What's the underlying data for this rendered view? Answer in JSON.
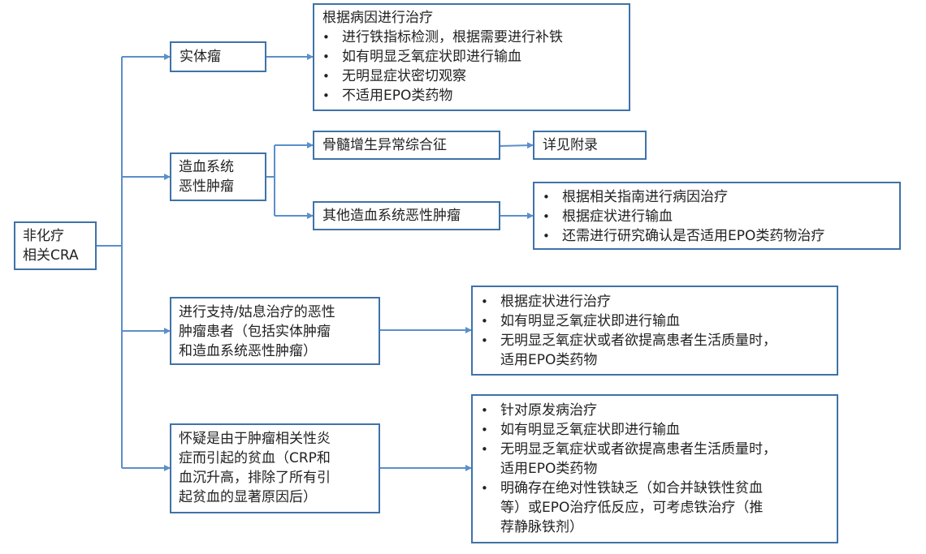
{
  "nodes": {
    "root": [
      "非化疗",
      "相关CRA"
    ],
    "solid": "实体瘤",
    "solid_detail": {
      "title": "根据病因进行治疗",
      "items": [
        "进行铁指标检测，根据需要进行补铁",
        "如有明显乏氧症状即进行输血",
        "无明显症状密切观察",
        "不适用EPO类药物"
      ]
    },
    "heme": [
      "造血系统",
      "恶性肿瘤"
    ],
    "mds": "骨髓增生异常综合征",
    "appendix": "详见附录",
    "other_heme": "其他造血系统恶性肿瘤",
    "other_heme_detail": [
      "根据相关指南进行病因治疗",
      "根据症状进行输血",
      "还需进行研究确认是否适用EPO类药物治疗"
    ],
    "palliative": [
      "进行支持/姑息治疗的恶性",
      "肿瘤患者（包括实体肿瘤",
      "和造血系统恶性肿瘤）"
    ],
    "palliative_detail": [
      [
        "根据症状进行治疗"
      ],
      [
        "如有明显乏氧症状即进行输血"
      ],
      [
        "无明显乏氧症状或者欲提高患者生活质量时，",
        "适用EPO类药物"
      ]
    ],
    "inflammation": [
      "怀疑是由于肿瘤相关性炎",
      "症而引起的贫血（CRP和",
      "血沉升高，排除了所有引",
      "起贫血的显著原因后）"
    ],
    "inflammation_detail": [
      [
        "针对原发病治疗"
      ],
      [
        "如有明显乏氧症状即进行输血"
      ],
      [
        "无明显乏氧症状或者欲提高患者生活质量时，",
        "适用EPO类药物"
      ],
      [
        "明确存在绝对性铁缺乏（如合并缺铁性贫血",
        "等）或EPO治疗低反应，可考虑铁治疗（推",
        "荐静脉铁剂）"
      ]
    ]
  },
  "bullet": "•",
  "colors": {
    "border": "#3f72a8",
    "connector": "#5b8fc9"
  }
}
